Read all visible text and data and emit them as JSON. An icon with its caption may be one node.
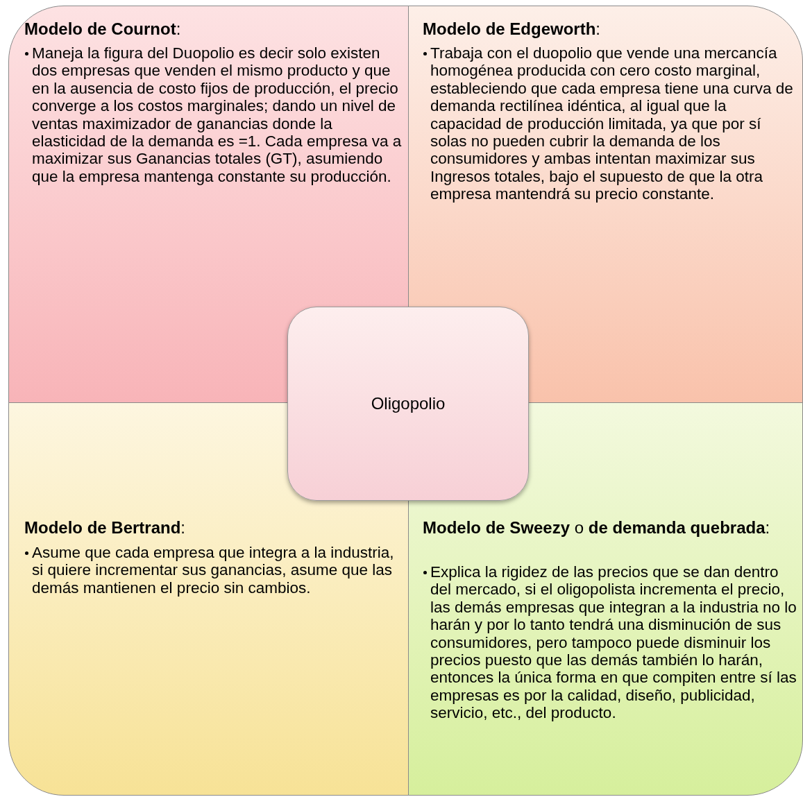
{
  "diagram": {
    "nodes": [
      {
        "text": [
          "**Modelo de Cournot**:",
          "Maneja la figura del Duopolio es decir solo existen dos empresas que venden el mismo producto y que en la ausencia de costo fijos de producción, el precio converge a los costos marginales; dando un nivel de ventas maximizador de ganancias donde la elasticidad  de la demanda es =1. Cada empresa va a maximizar sus Ganancias totales (GT), asumiendo que la empresa mantenga constante su producción."
        ]
      },
      {
        "text": [
          "**Modelo de Edgeworth**:",
          "Trabaja con el duopolio que vende una mercancía homogénea producida con cero costo marginal, estableciendo que cada empresa tiene una curva de demanda rectilínea idéntica, al igual que la capacidad de producción limitada, ya que por sí solas no pueden cubrir la demanda de los consumidores y ambas intentan maximizar sus Ingresos totales, bajo el supuesto de que la otra empresa mantendrá su precio constante."
        ]
      },
      {
        "text": [
          "**Modelo de Bertrand**:",
          "Asume que cada empresa que integra a la industria, si quiere incrementar sus ganancias, asume que las demás mantienen el precio sin cambios."
        ]
      },
      {
        "text": [
          "**Modelo de Sweezy** o **de demanda quebrada**:",
          "Explica la rigidez de las precios que se dan dentro del mercado, si el oligopolista incrementa el precio, las demás empresas que integran a la industria no lo harán y por lo tanto tendrá una disminución de sus consumidores, pero tampoco puede disminuir los precios puesto que las demás también lo harán, entonces la única forma en que compiten entre sí las empresas es por la calidad, diseño, publicidad, servicio, etc., del producto."
        ]
      },
      {
        "text": [
          "Oligopolio"
        ]
      }
    ],
    "edges": []
  }
}
